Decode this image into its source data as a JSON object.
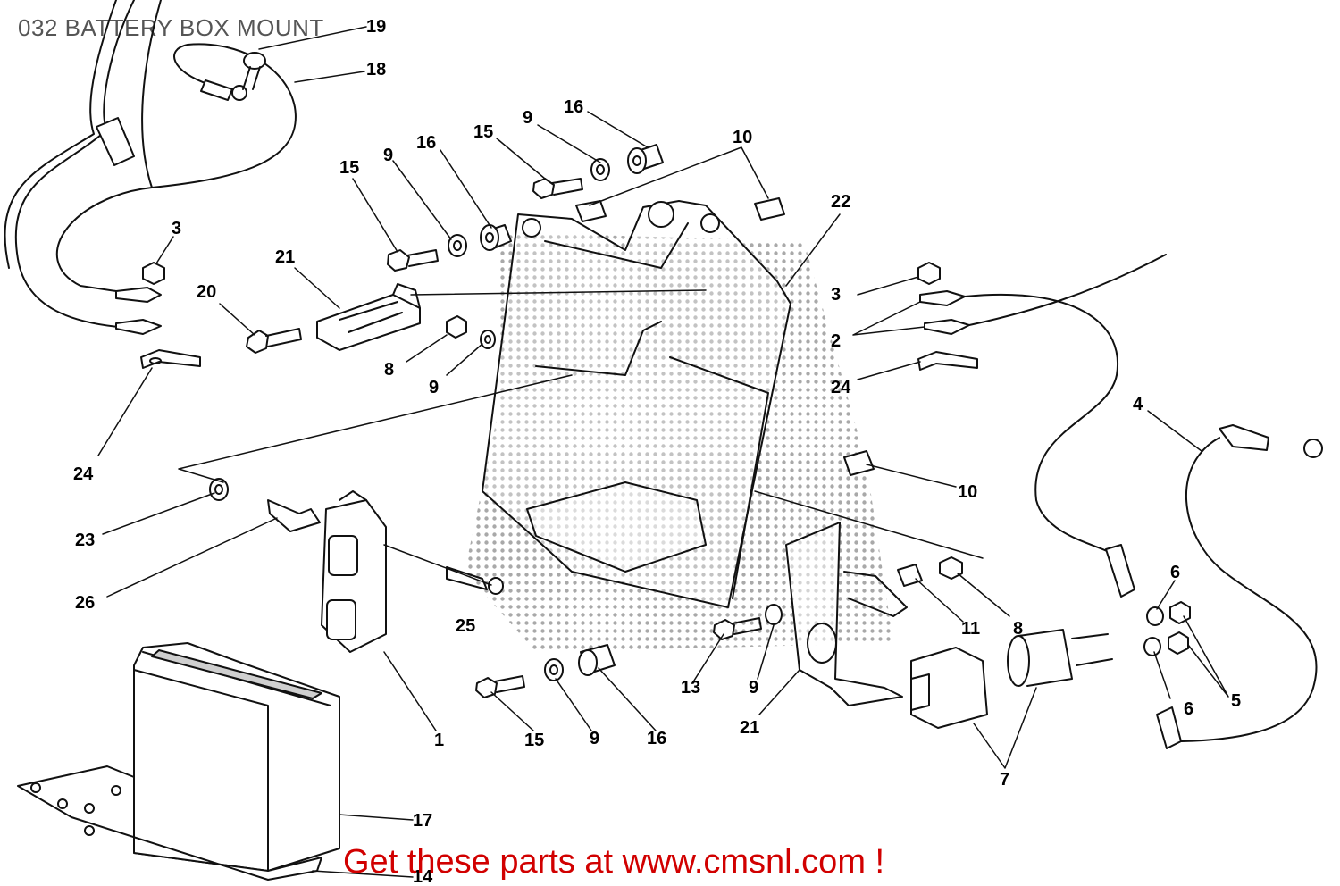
{
  "title": "032 BATTERY BOX MOUNT",
  "footer": "Get these parts at www.cmsnl.com !",
  "colors": {
    "line": "#111111",
    "stipple": "#9a9a9a",
    "banner": "#d10000",
    "title": "#555555"
  },
  "callouts": [
    {
      "label": "19"
    },
    {
      "label": "18"
    },
    {
      "label": "16"
    },
    {
      "label": "9"
    },
    {
      "label": "15"
    },
    {
      "label": "16"
    },
    {
      "label": "9"
    },
    {
      "label": "15"
    },
    {
      "label": "10"
    },
    {
      "label": "22"
    },
    {
      "label": "3"
    },
    {
      "label": "21"
    },
    {
      "label": "20"
    },
    {
      "label": "8"
    },
    {
      "label": "9"
    },
    {
      "label": "3"
    },
    {
      "label": "2"
    },
    {
      "label": "24"
    },
    {
      "label": "24"
    },
    {
      "label": "4"
    },
    {
      "label": "10"
    },
    {
      "label": "23"
    },
    {
      "label": "26"
    },
    {
      "label": "25"
    },
    {
      "label": "11"
    },
    {
      "label": "8"
    },
    {
      "label": "6"
    },
    {
      "label": "5"
    },
    {
      "label": "6"
    },
    {
      "label": "13"
    },
    {
      "label": "9"
    },
    {
      "label": "21"
    },
    {
      "label": "15"
    },
    {
      "label": "9"
    },
    {
      "label": "16"
    },
    {
      "label": "1"
    },
    {
      "label": "7"
    },
    {
      "label": "17"
    },
    {
      "label": "14"
    }
  ]
}
